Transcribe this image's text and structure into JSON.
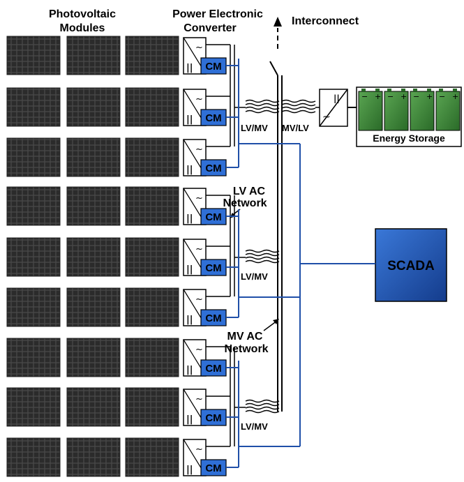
{
  "headers": {
    "pv_line1": "Photovoltaic",
    "pv_line2": "Modules",
    "pec_line1": "Power Electronic",
    "pec_line2": "Converter",
    "interconnect": "Interconnect"
  },
  "cm_label": "CM",
  "transformers": {
    "lvmv": "LV/MV",
    "mvlv": "MV/LV"
  },
  "networks": {
    "lv_line1": "LV AC",
    "lv_line2": "Network",
    "mv_line1": "MV AC",
    "mv_line2": "Network"
  },
  "energy_storage": "Energy Storage",
  "scada": "SCADA",
  "colors": {
    "comm_line": "#1f4fa8",
    "cm_fill": "#2f6fd6",
    "scada_fill": "#2456b0",
    "battery_fill": "#3f8a3a",
    "pv_cell": "#3a3a3a"
  }
}
